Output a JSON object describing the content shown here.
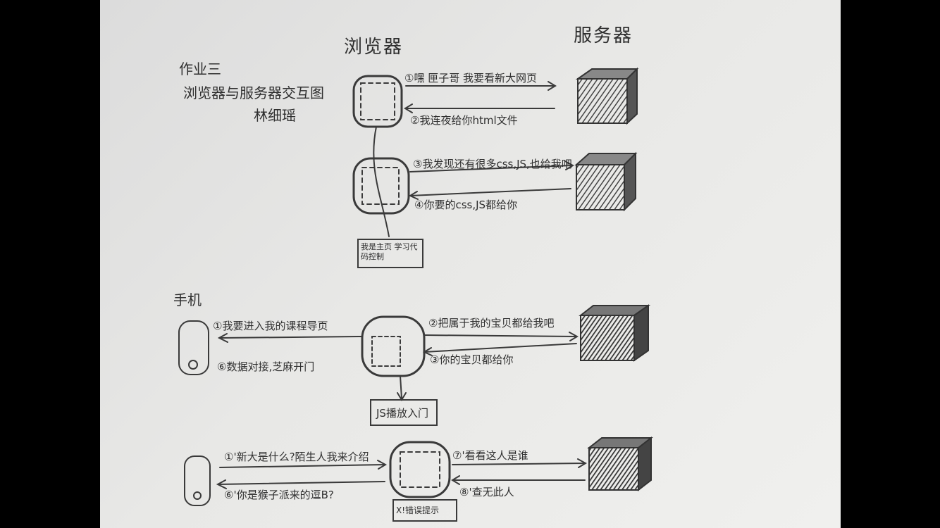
{
  "headings": {
    "browser": "浏览器",
    "server": "服务器",
    "phone": "手机"
  },
  "homework": {
    "title": "作业三",
    "subtitle": "浏览器与服务器交互图",
    "author": "林细瑶"
  },
  "messages": {
    "m1": "①嘿 匣子哥 我要看新大网页",
    "m2": "②我连夜给你html文件",
    "m3": "③我发现还有很多css,JS,也给我吧",
    "m4": "④你要的css,JS都给你",
    "note1": "我是主页 学习代码控制",
    "p_m1": "①我要进入我的课程导页",
    "p_m2": "⑥数据对接,芝麻开门",
    "p_s1": "②把属于我的宝贝都给我吧",
    "p_s2": "③你的宝贝都给你",
    "note2": "JS播放入门",
    "q_m1": "①'新大是什么?陌生人我来介绍",
    "q_m2": "⑥'你是猴子派来的逗B?",
    "q_s1": "⑦'看看这人是谁",
    "q_s2": "⑧'查无此人",
    "note3": "X!错误提示"
  },
  "colors": {
    "paper": "#e9e9e7",
    "pencil": "#2f2f2f",
    "background": "#000000"
  }
}
